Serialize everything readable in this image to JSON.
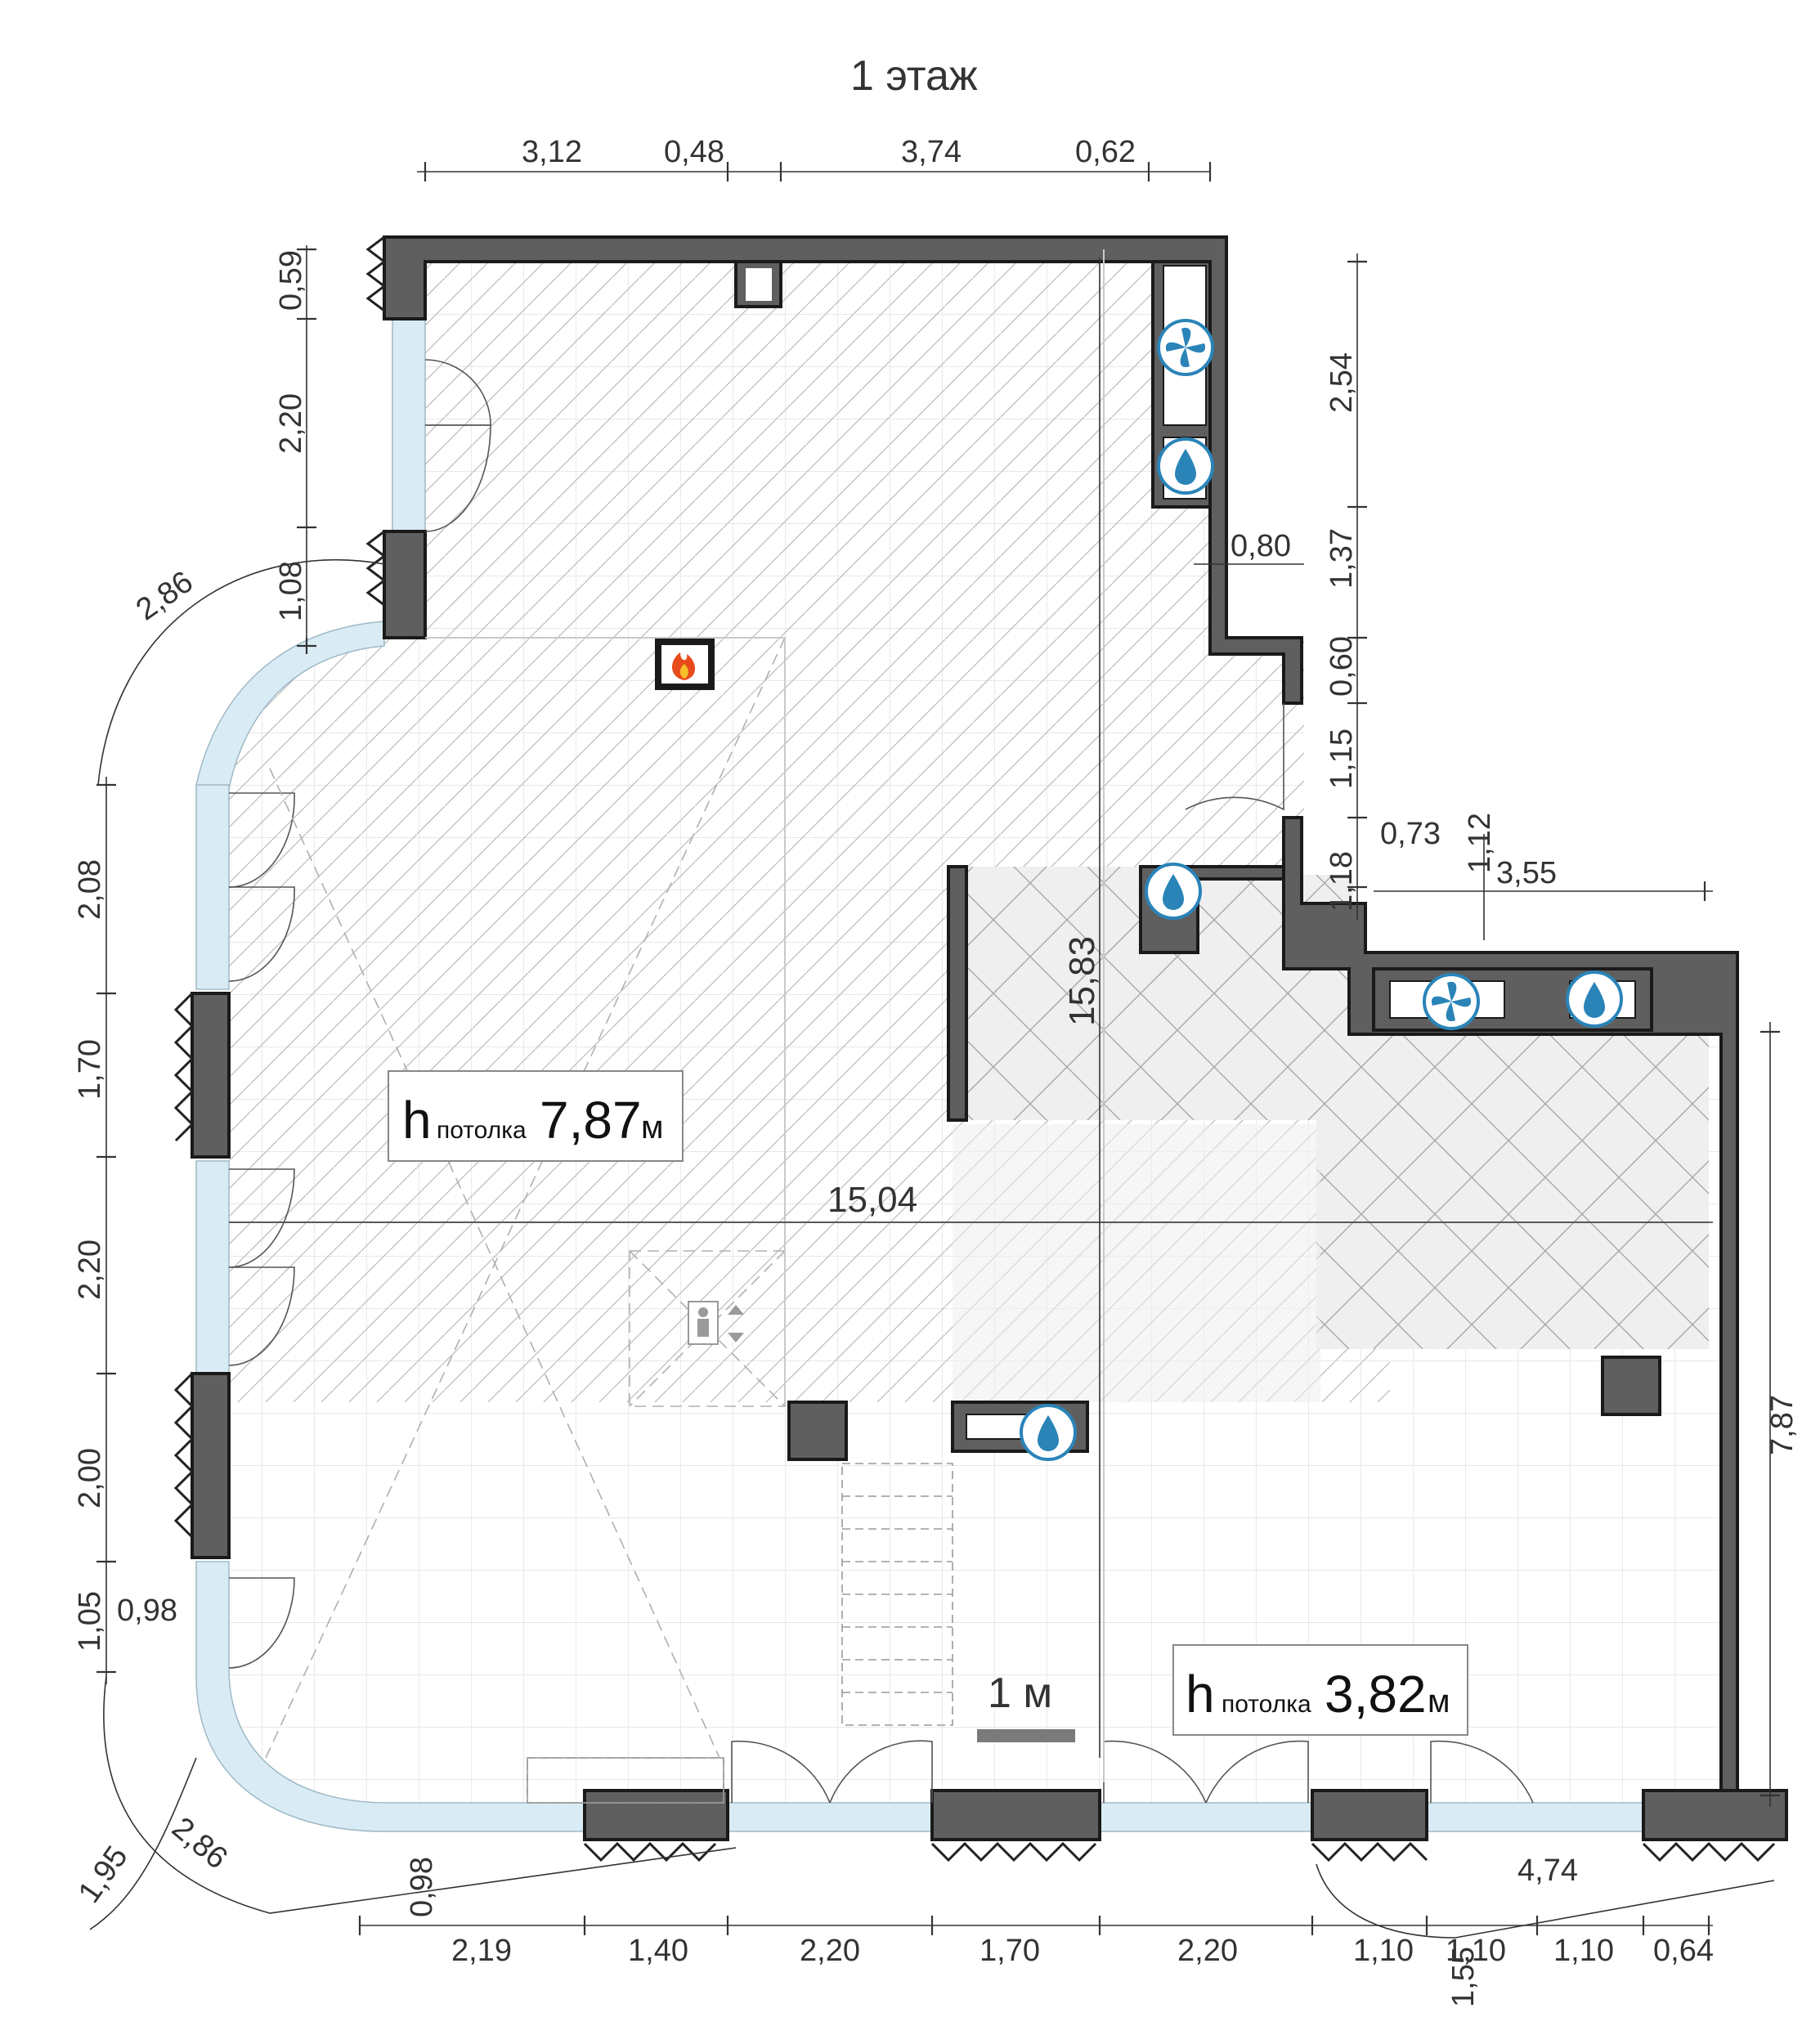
{
  "title": "1 этаж",
  "ceiling_high": {
    "h": "h",
    "label": "потолка",
    "value": "7,87",
    "unit": "м"
  },
  "ceiling_low": {
    "h": "h",
    "label": "потолка",
    "value": "3,82",
    "unit": "м"
  },
  "scale_bar": "1 м",
  "dimensions": {
    "top_1": "3,12",
    "top_2": "0,48",
    "top_3": "3,74",
    "top_4": "0,62",
    "left_1": "0,59",
    "left_2": "2,20",
    "left_3": "1,08",
    "left_4": "2,08",
    "left_5": "1,70",
    "left_6": "2,20",
    "left_7": "2,00",
    "left_8": "1,05",
    "left_9": "0,98",
    "arc_top": "2,86",
    "arc_bottom": "2,86",
    "arc_outer": "1,95",
    "right_1": "2,54",
    "right_2": "0,80",
    "right_3": "1,37",
    "right_4": "0,60",
    "right_5": "1,15",
    "right_6": "0,73",
    "right_7": "1,12",
    "right_8": "1,18",
    "right_9": "3,55",
    "right_10": "7,87",
    "inner_vertical": "15,83",
    "inner_horizontal": "15,04",
    "bottom_1": "0,98",
    "bottom_2": "2,19",
    "bottom_3": "1,40",
    "bottom_4": "2,20",
    "bottom_5": "1,70",
    "bottom_6": "2,20",
    "bottom_7": "1,10",
    "bottom_8": "1,10",
    "bottom_9": "1,10",
    "bottom_10": "0,64",
    "bottom_11": "4,74",
    "bottom_12": "1,55"
  },
  "icons": [
    "fan-icon",
    "water-drop-icon",
    "fire-icon",
    "elevator-icon"
  ],
  "colors": {
    "wall": "#5f5f5f",
    "glass": "#d9ecf5",
    "icon": "#2a84b8",
    "hatch": "#b8b8b8"
  }
}
